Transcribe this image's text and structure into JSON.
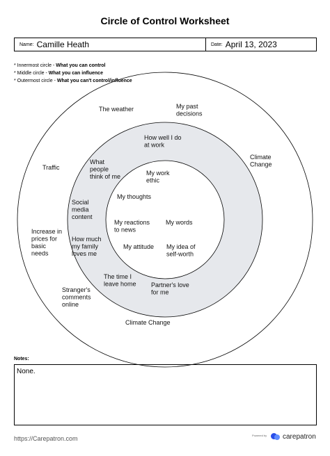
{
  "title": "Circle of Control Worksheet",
  "name_label": "Name:",
  "name_value": "Camille Heath",
  "date_label": "Date:",
  "date_value": "April 13, 2023",
  "legend": [
    {
      "prefix": "* Innermost circle - ",
      "bold": "What you can control"
    },
    {
      "prefix": "* Middle circle - ",
      "bold": "What you can influence"
    },
    {
      "prefix": "* Outermost circle - ",
      "bold": "What you can't control/influence"
    }
  ],
  "colors": {
    "middle_ring_fill": "#e6e8ec",
    "inner_circle_fill": "#ffffff",
    "accent": "#2a4ee8"
  },
  "outer_items": [
    [
      "The weather"
    ],
    [
      "My past",
      "decisions"
    ],
    [
      "Climate",
      "Change"
    ],
    [
      "Traffic"
    ],
    [
      "Increase in",
      "prices for",
      "basic",
      "needs"
    ],
    [
      "Stranger's",
      "comments",
      "online"
    ],
    [
      "Climate Change"
    ]
  ],
  "middle_items": [
    [
      "How well I do",
      "at work"
    ],
    [
      "What",
      "people",
      "think of me"
    ],
    [
      "Social",
      "media",
      "content"
    ],
    [
      "How much",
      "my family",
      "loves me"
    ],
    [
      "The time I",
      "leave home"
    ],
    [
      "Partner's love",
      "for me"
    ]
  ],
  "inner_items": [
    [
      "My work",
      "ethic"
    ],
    [
      "My thoughts"
    ],
    [
      "My reactions",
      "to news"
    ],
    [
      "My words"
    ],
    [
      "My attitude"
    ],
    [
      "My idea of",
      "self-worth"
    ]
  ],
  "notes_label": "Notes:",
  "notes_value": "None.",
  "footer_link": "https://Carepatron.com",
  "powered_by": "Powered by",
  "brand_name": "carepatron"
}
